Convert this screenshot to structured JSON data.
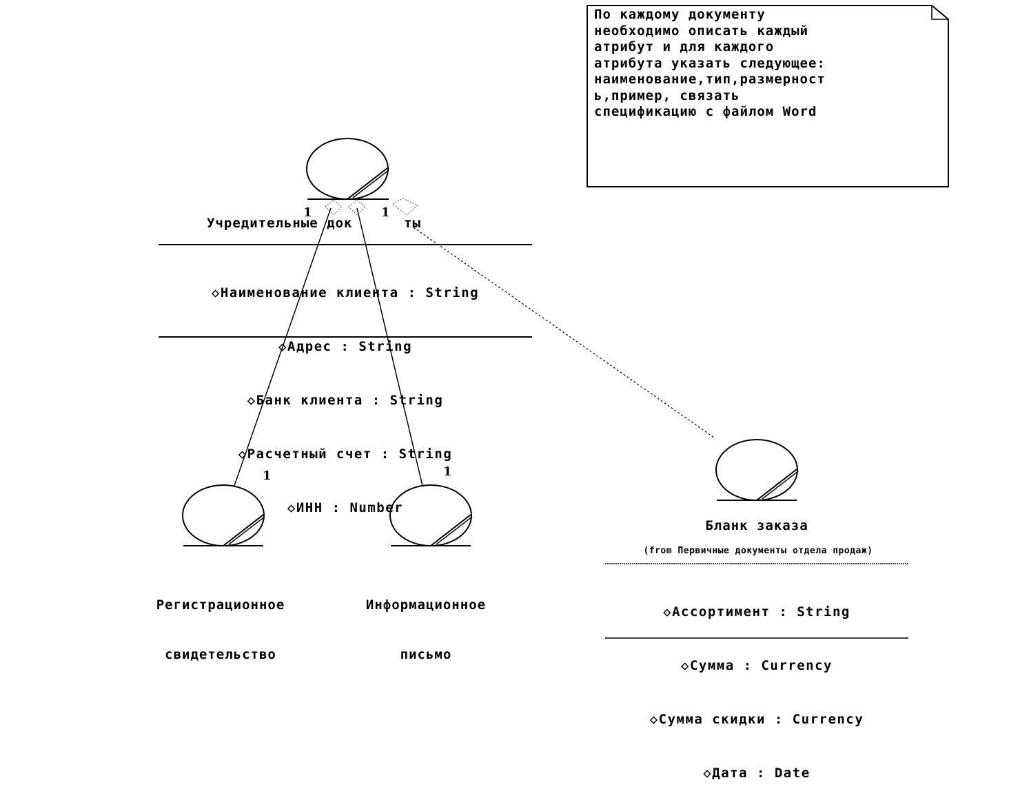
{
  "note": {
    "lines": [
      "По каждому документу",
      "необходимо описать каждый",
      "атрибут и для каждого",
      "атрибута указать следующее:",
      "наименование,тип,размерност",
      "ь,пример, связать",
      "спецификацию с файлом Word"
    ]
  },
  "classes": {
    "founding": {
      "name": "Учредительные док      ты",
      "attributes": [
        "◇Наименование клиента : String",
        "◇Адрес : String",
        "◇Банк клиента : String",
        "◇Расчетный счет : String",
        "◇ИНН : Number"
      ]
    },
    "registration": {
      "name_line1": "Регистрационное",
      "name_line2": "свидетельство"
    },
    "info_letter": {
      "name_line1": "Информационное",
      "name_line2": "письмо"
    },
    "order_form": {
      "name": "Бланк заказа",
      "package": "(from Первичные документы отдела продаж)",
      "attributes": [
        "◇Ассортимент : String",
        "◇Сумма : Currency",
        "◇Сумма скидки : Currency",
        "◇Дата : Date"
      ]
    }
  },
  "multiplicities": {
    "founding_left": "1",
    "founding_right": "1",
    "registration": "1",
    "info_letter": "1"
  }
}
